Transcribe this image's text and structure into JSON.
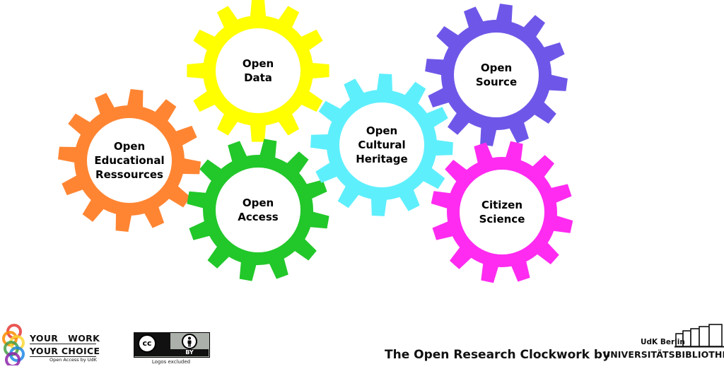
{
  "diagram": {
    "gears": [
      {
        "id": "open-data",
        "lines": [
          "Open",
          "Data"
        ],
        "color": "#ffff00"
      },
      {
        "id": "open-educational-resources",
        "lines": [
          "Open",
          "Educational",
          "Ressources"
        ],
        "color": "#ff8533"
      },
      {
        "id": "open-access",
        "lines": [
          "Open",
          "Access"
        ],
        "color": "#22c72a"
      },
      {
        "id": "open-cultural-heritage",
        "lines": [
          "Open",
          "Cultural",
          "Heritage"
        ],
        "color": "#5eeffd"
      },
      {
        "id": "open-source",
        "lines": [
          "Open",
          "Source"
        ],
        "color": "#6e57e8"
      },
      {
        "id": "citizen-science",
        "lines": [
          "Citizen",
          "Science"
        ],
        "color": "#ff2bf0"
      }
    ]
  },
  "footer": {
    "logo_line1": "YOUR   WORK",
    "logo_line2": "YOUR CHOICE",
    "logo_sub": "Open Access by UdK",
    "cc_symbol": "cc",
    "cc_by": "BY",
    "cc_note": "Logos excluded",
    "title": "The Open Research Clockwork by",
    "udk_line1": "UdK Berlin",
    "udk_line2": "UNIVERSITÄTSBIBLIOTHEK",
    "logo_ring_colors": [
      "#e53935",
      "#fb8c00",
      "#fdd835",
      "#43a047",
      "#1e88e5",
      "#8e24aa"
    ]
  }
}
